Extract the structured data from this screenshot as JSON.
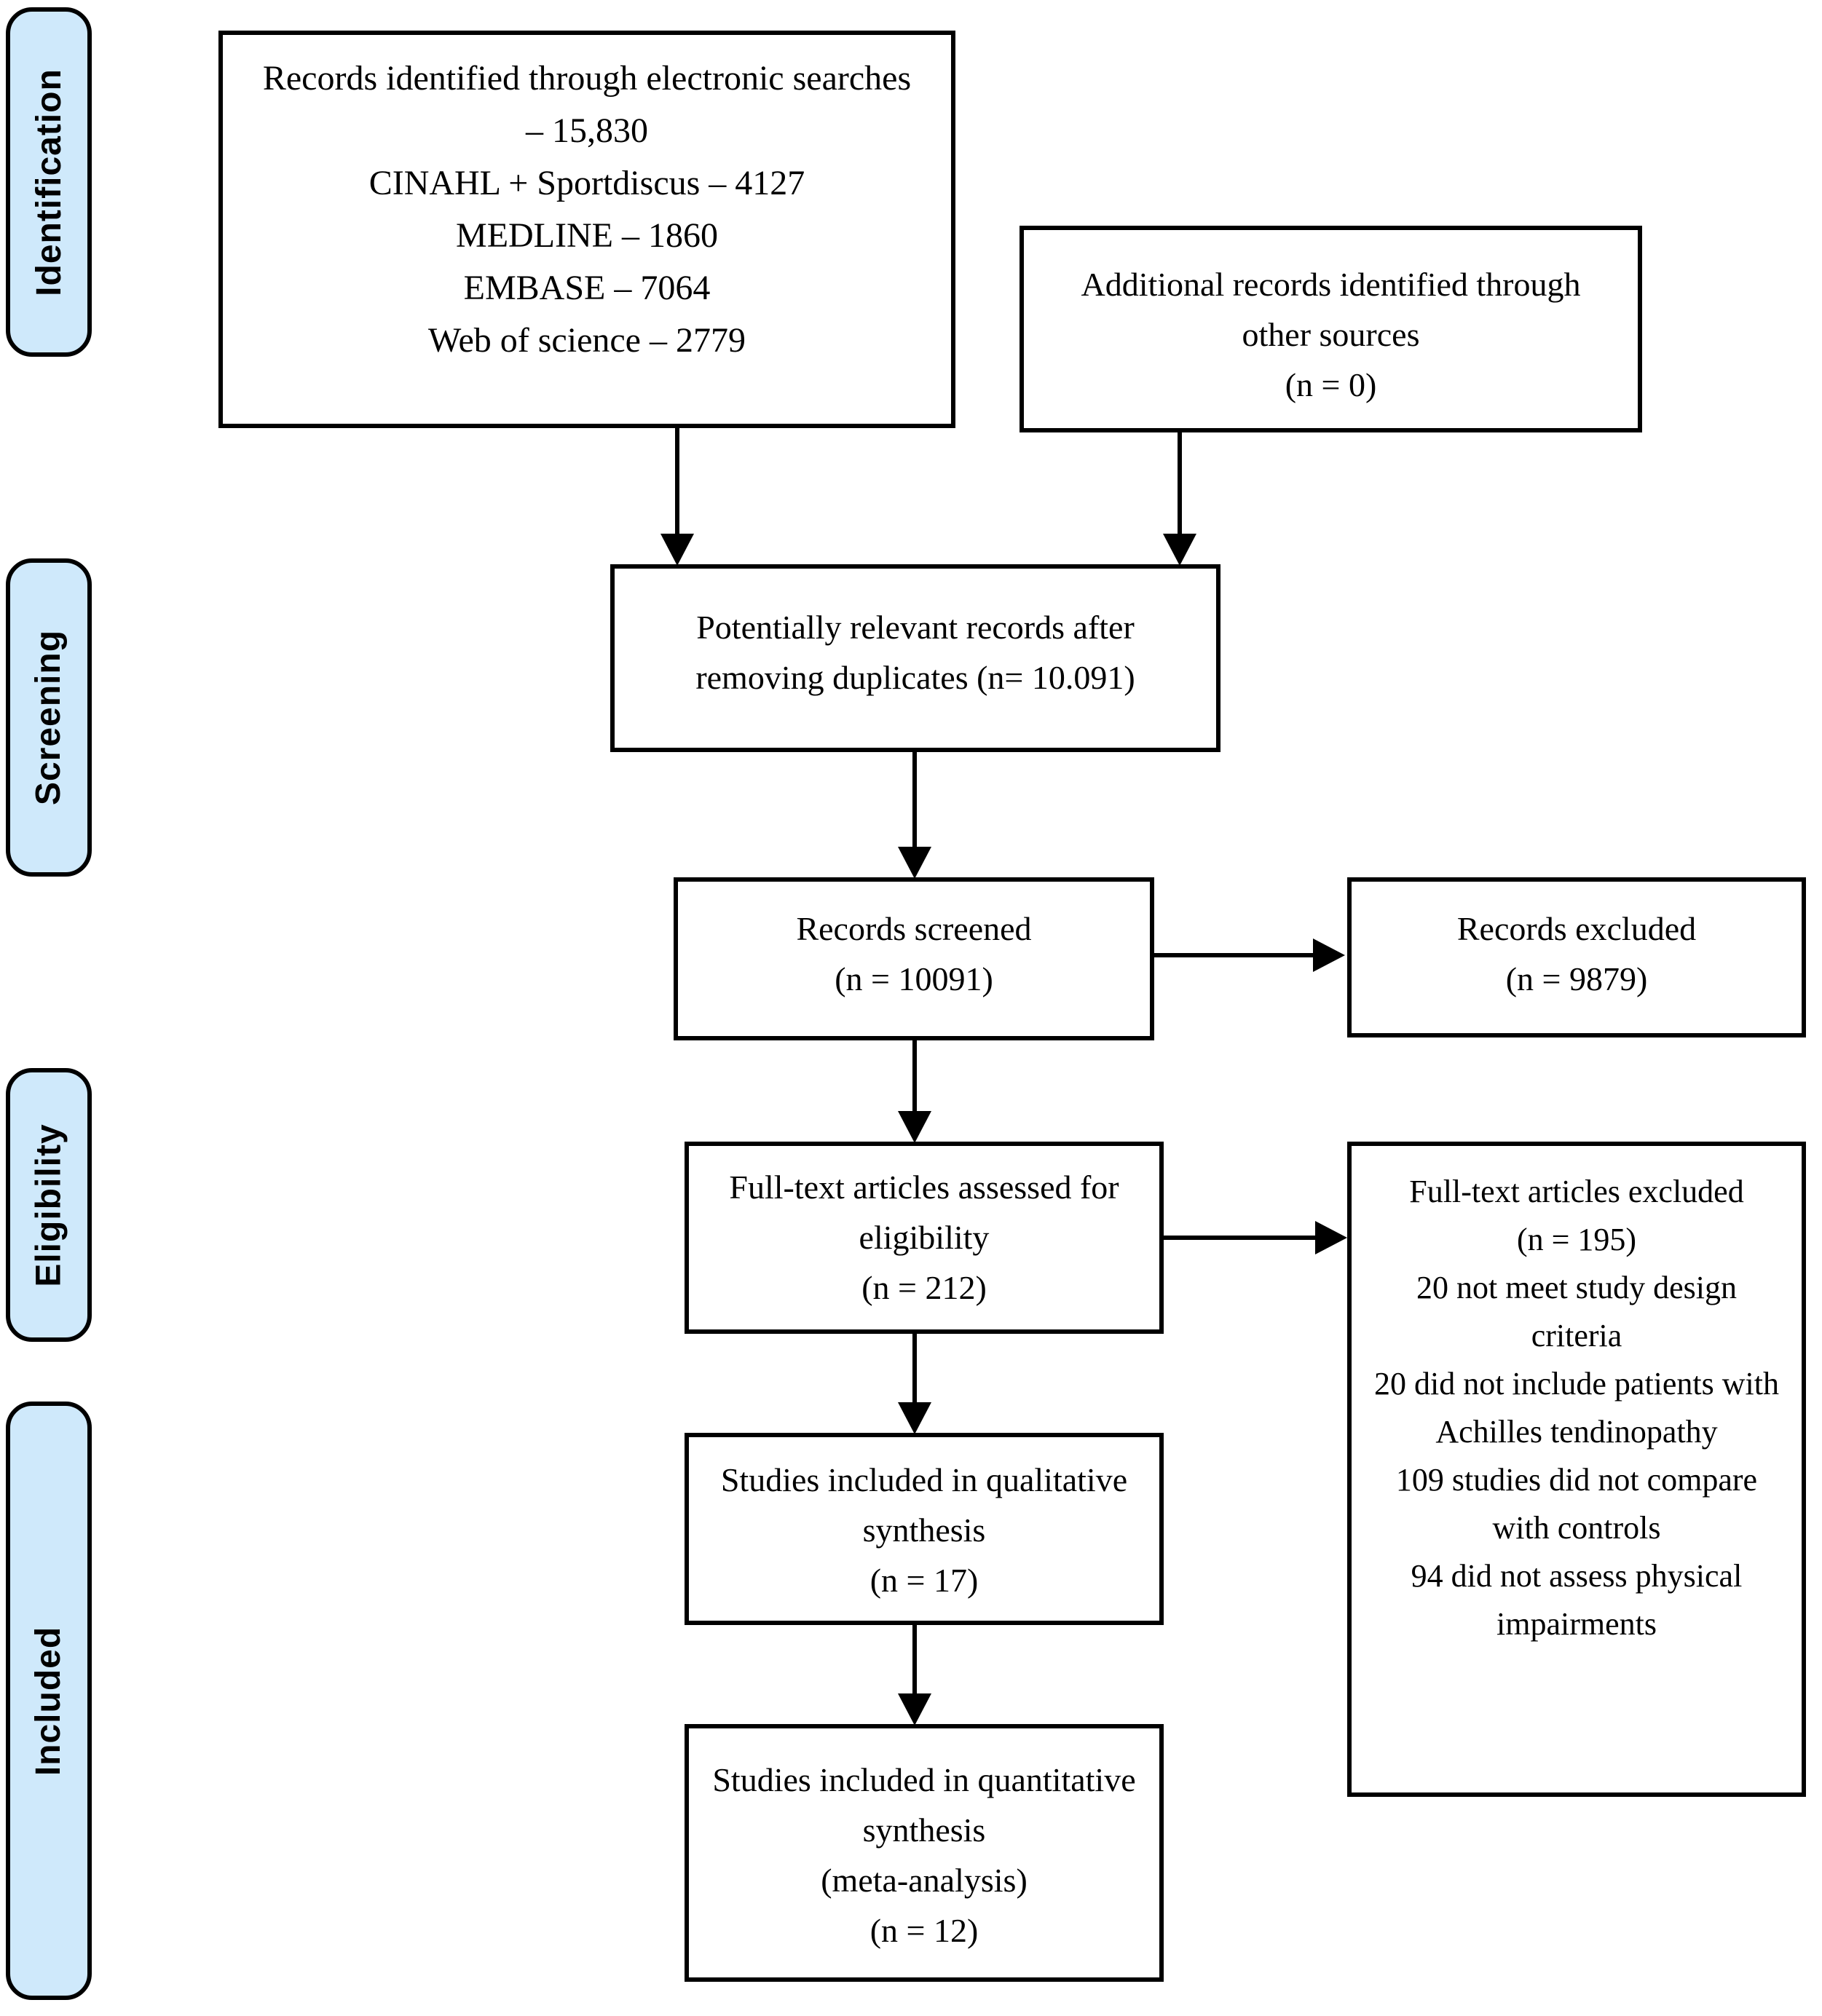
{
  "diagram": {
    "title_semantic": "PRISMA flow diagram",
    "background_color": "#ffffff",
    "box_border_color": "#000000",
    "band_fill_color": "#cfe9fb",
    "arrow_color": "#000000"
  },
  "stages": [
    {
      "label": "Identification"
    },
    {
      "label": "Screening"
    },
    {
      "label": "Eligibility"
    },
    {
      "label": "Included"
    }
  ],
  "boxes": {
    "identified": {
      "lines": [
        "Records identified through electronic searches – 15,830",
        "CINAHL + Sportdiscus – 4127",
        "MEDLINE – 1860",
        "EMBASE – 7064",
        "Web of science – 2779"
      ]
    },
    "additional": {
      "lines": [
        "Additional records identified through other sources",
        "(n = 0)"
      ]
    },
    "duplicates": {
      "lines": [
        "Potentially relevant records after removing duplicates (n= 10.091)"
      ]
    },
    "screened": {
      "lines": [
        "Records screened",
        "(n = 10091)"
      ]
    },
    "records_excluded": {
      "lines": [
        "Records excluded",
        "(n = 9879)"
      ]
    },
    "fulltext": {
      "lines": [
        "Full-text articles assessed for eligibility",
        "(n = 212)"
      ]
    },
    "fulltext_excluded": {
      "lines": [
        "Full-text articles excluded",
        "(n = 195)",
        "20 not meet study design criteria",
        "20 did not include patients with Achilles tendinopathy",
        "109 studies did not compare with controls",
        "94 did not assess physical impairments"
      ]
    },
    "qualitative": {
      "lines": [
        "Studies included in qualitative synthesis",
        "(n = 17)"
      ]
    },
    "quantitative": {
      "lines": [
        "Studies included in quantitative synthesis",
        "(meta-analysis)",
        "(n = 12)"
      ]
    }
  }
}
